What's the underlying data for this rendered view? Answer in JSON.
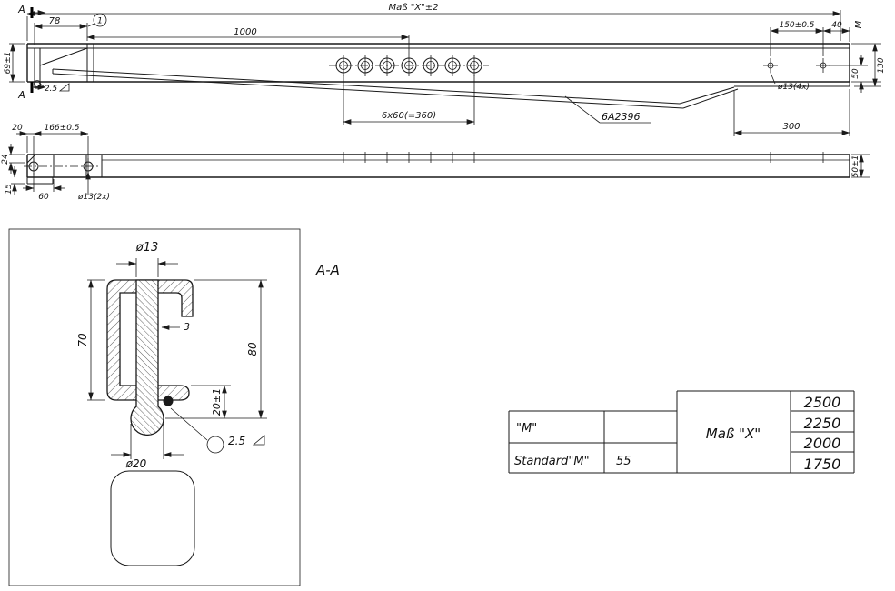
{
  "side_view": {
    "section_label": "A",
    "dim_overall": "Maß \"X\"±2",
    "dim_78": "78",
    "balloon_1": "1",
    "dim_1000": "1000",
    "dim_150": "150±0.5",
    "dim_40": "40",
    "m_mark": "M",
    "dim_69": "69±1",
    "weld_2_5": "2.5",
    "dim_hole_pattern": "6x60(=360)",
    "part_number": "6A2396",
    "dim_holes_right": "ø13(4x)",
    "dim_50": "50",
    "dim_130": "130",
    "dim_300": "300"
  },
  "plan_view": {
    "dim_24": "24",
    "dim_20": "20",
    "dim_166": "166±0.5",
    "dim_60": "60",
    "dim_holes": "ø13(2x)",
    "dim_15": "15",
    "dim_50_1": "50±1"
  },
  "section_view": {
    "title": "A-A",
    "dim_d13": "ø13",
    "dim_70": "70",
    "dim_3": "3",
    "dim_20_1": "20±1",
    "dim_80": "80",
    "weld_2_5": "2.5",
    "dim_d20": "ø20"
  },
  "table": {
    "row_m_label": "\"M\"",
    "row_standard_label": "Standard\"M\"",
    "standard_value": "55",
    "mass_x_header": "Maß \"X\"",
    "x_values": [
      "2500",
      "2250",
      "2000",
      "1750"
    ]
  }
}
